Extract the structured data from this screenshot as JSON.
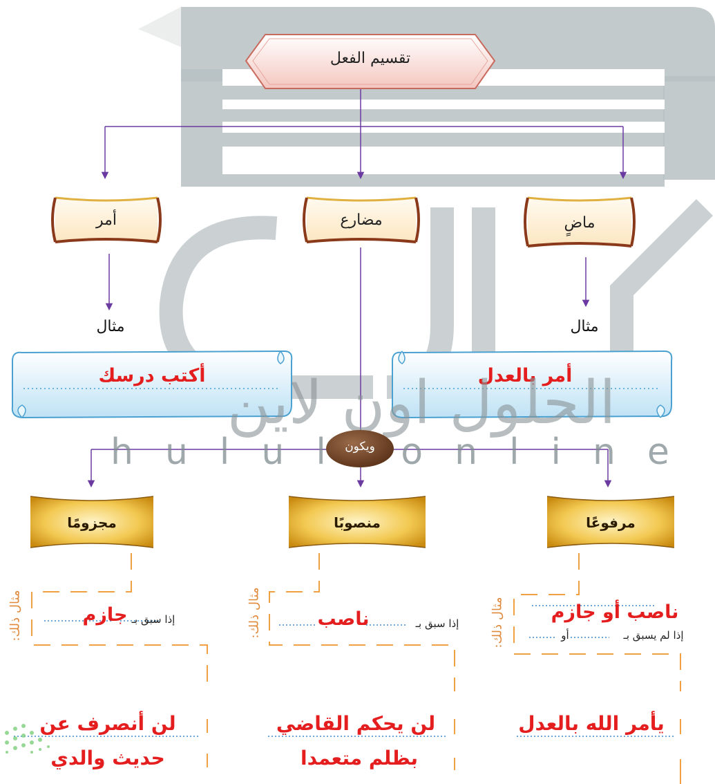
{
  "diagram": {
    "title": "تقسيم الفعل",
    "branches": {
      "past": {
        "label": "ماضٍ",
        "example_label": "مثال",
        "example": "أمر بالعدل"
      },
      "present": {
        "label": "مضارع"
      },
      "imperative": {
        "label": "أمر",
        "example_label": "مثال",
        "example": "أكتب درسك"
      }
    },
    "connector": "ويكون",
    "cases": {
      "marfu": {
        "label": "مرفوعًا",
        "rule_answer": "ناصب أو جازم",
        "rule_text": "إذا لم يسبق بـ",
        "rule_or": "أو",
        "side_label": "مثال ذلك:",
        "example": "يأمر الله بالعدل"
      },
      "mansub": {
        "label": "منصوبًا",
        "rule_text": "إذا سبق بـ",
        "rule_answer": "ناصب",
        "side_label": "مثال ذلك:",
        "example_line1": "لن يحكم القاضي",
        "example_line2": "بظلم متعمدا"
      },
      "majzum": {
        "label": "مجزومًا",
        "rule_text": "إذا سبق بـ",
        "rule_answer": "جازم",
        "side_label": "مثال ذلك:",
        "example_line1": "لن أنصرف عن",
        "example_line2": "حديث والدي"
      }
    }
  },
  "watermark": {
    "arabic": "الحلول اون لاين",
    "latin": "hulul.online"
  },
  "colors": {
    "arrow": "#6a3aa0",
    "red": "#e41e1e",
    "orange_dash": "#f0a040",
    "gold": "#e0a820",
    "brown": "#7a4a2a"
  }
}
